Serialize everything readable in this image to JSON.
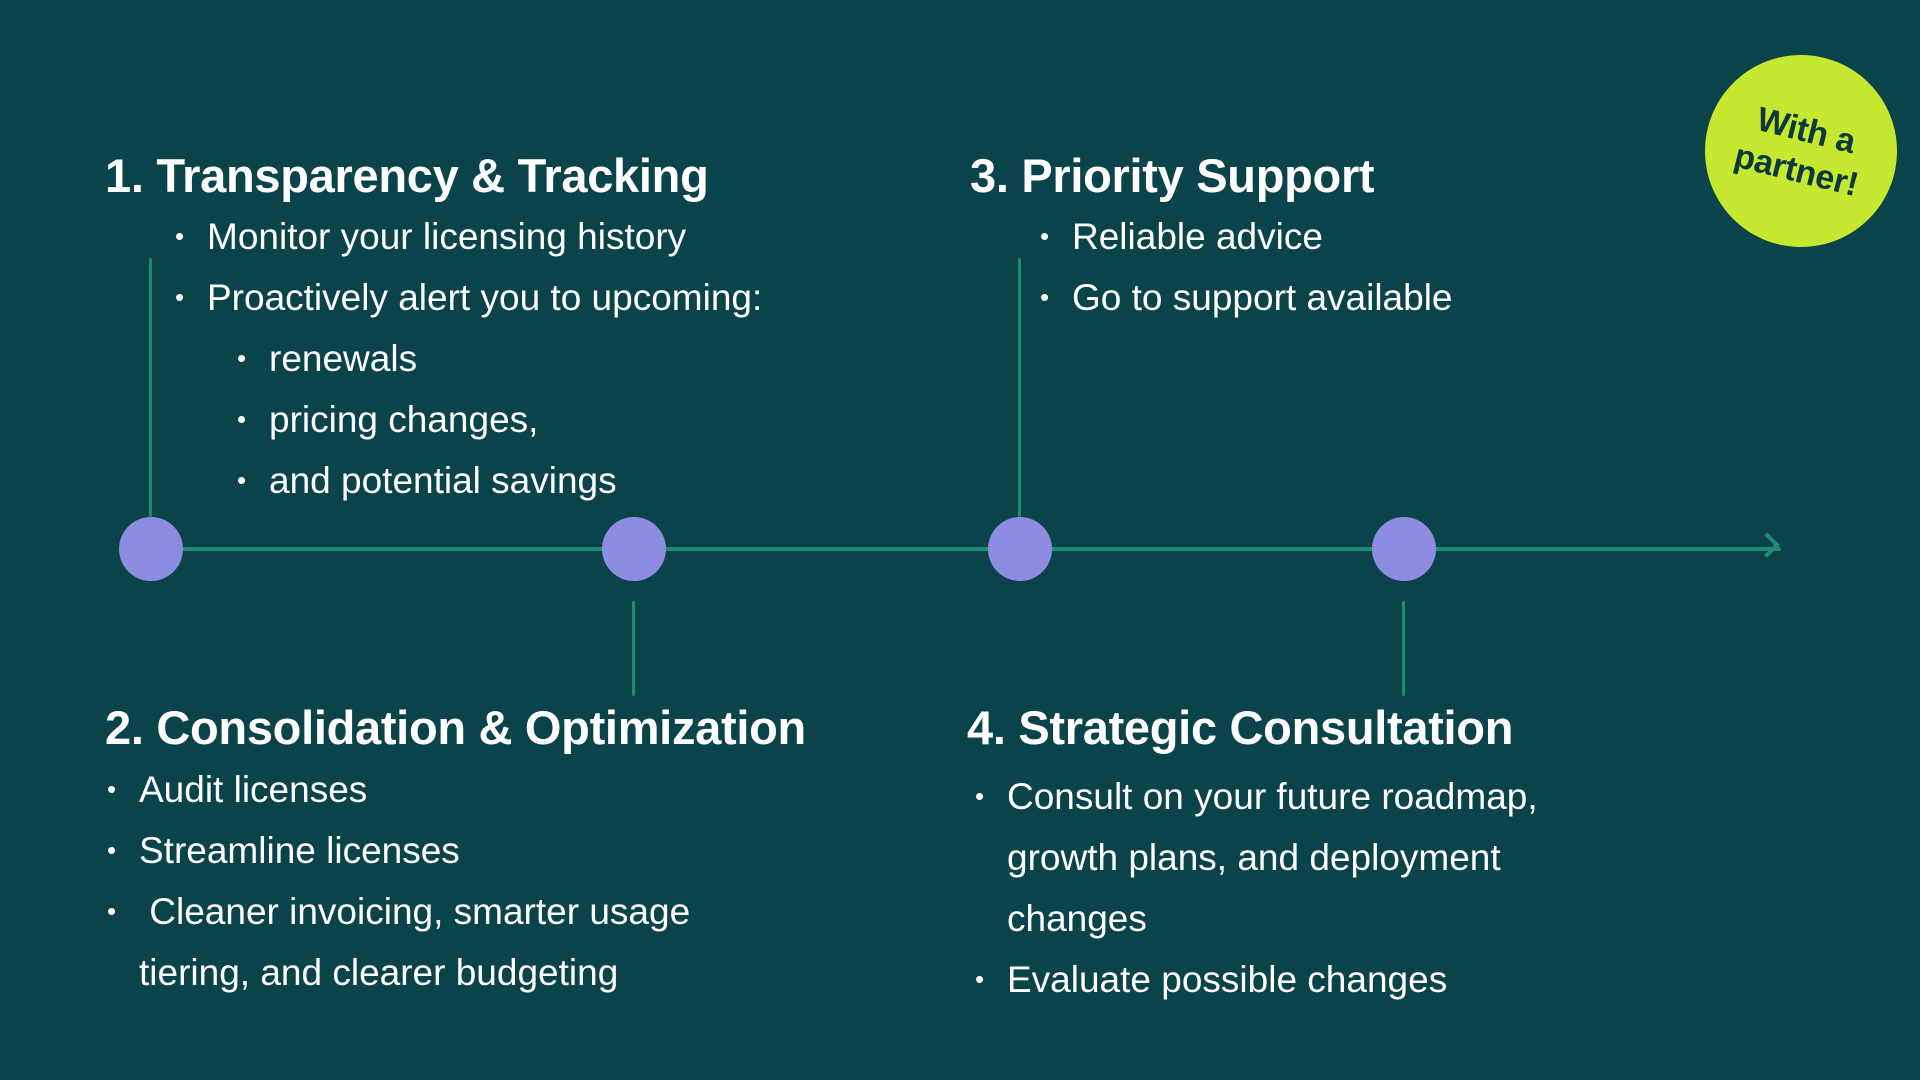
{
  "colors": {
    "bg": "#0a434a",
    "text": "#ffffff",
    "line": "#1e8b75",
    "node": "#8e8ce1",
    "badge_bg": "#c6e830",
    "badge_text": "#0d383c"
  },
  "bullet_glyph": "•",
  "badge": {
    "line1": "With a",
    "line2": "partner!"
  },
  "timeline": {
    "node_count": 4,
    "direction": "left-to-right",
    "arrow": "right"
  },
  "sections": [
    {
      "title": "1. Transparency & Tracking",
      "bullets": [
        {
          "lines": [
            "Monitor your licensing history"
          ]
        },
        {
          "lines": [
            "Proactively alert you to upcoming:"
          ],
          "sub": [
            {
              "lines": [
                "renewals"
              ]
            },
            {
              "lines": [
                "pricing changes,"
              ]
            },
            {
              "lines": [
                "and potential savings"
              ]
            }
          ]
        }
      ]
    },
    {
      "title": "2. Consolidation & Optimization",
      "bullets": [
        {
          "lines": [
            "Audit licenses"
          ]
        },
        {
          "lines": [
            "Streamline licenses"
          ]
        },
        {
          "lines": [
            " Cleaner invoicing, smarter usage",
            "tiering, and clearer budgeting"
          ]
        }
      ]
    },
    {
      "title": "3. Priority Support",
      "bullets": [
        {
          "lines": [
            "Reliable advice"
          ]
        },
        {
          "lines": [
            "Go to support available"
          ]
        }
      ]
    },
    {
      "title": "4. Strategic Consultation",
      "bullets": [
        {
          "lines": [
            "Consult on your future roadmap,",
            "growth plans, and deployment",
            "changes"
          ]
        },
        {
          "lines": [
            "Evaluate possible changes"
          ]
        }
      ]
    }
  ]
}
